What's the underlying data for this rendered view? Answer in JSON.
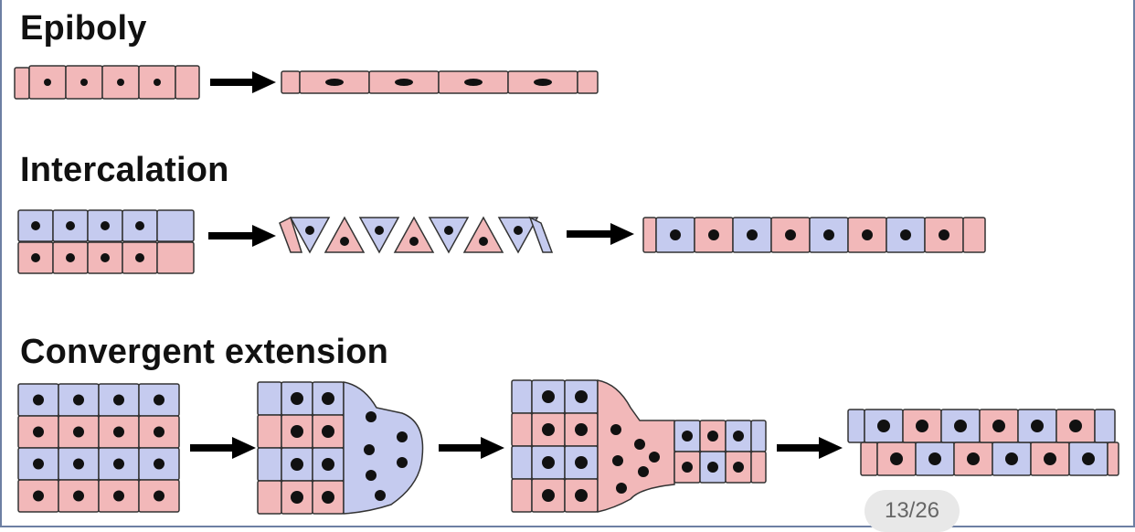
{
  "sections": {
    "epiboly": {
      "title": "Epiboly"
    },
    "intercalation": {
      "title": "Intercalation"
    },
    "convergent": {
      "title": "Convergent extension"
    }
  },
  "pager": {
    "label": "13/26"
  },
  "colors": {
    "pink_cell": "#f2b8b9",
    "blue_cell": "#c5cbef",
    "nucleus": "#111111",
    "outline": "#333333",
    "arrow": "#000000",
    "frame": "#6d7fa3"
  }
}
